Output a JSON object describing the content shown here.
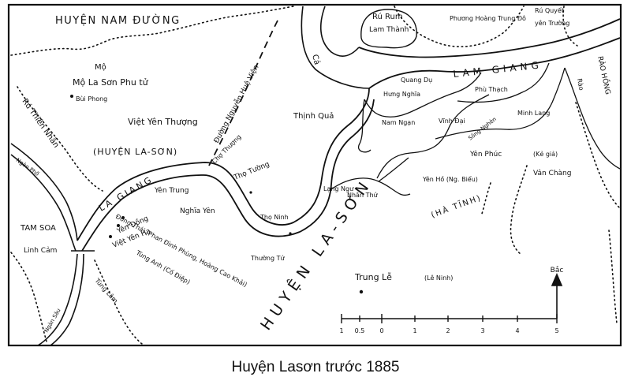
{
  "map": {
    "labels": {
      "huyen_nam_duong": "HUYỆN NAM ĐƯỜNG",
      "ru_rum": "Rú Rum",
      "lam_thanh": "Lam Thành",
      "phuong_hoang_trung_do": "Phương Hoàng Trung Đô",
      "ru_quyet": "Rú Quyết",
      "yen_truong": "yên Trường",
      "song_ca": "Cả",
      "mo_la_son_phu_tu": "Mộ La Sơn Phu tử",
      "bui_phong": "Bùi Phong",
      "duong_nguyen_hue_vien": "Đường Nguyễn Huệ Viện",
      "viet_yen_thuong": "Việt Yên Thượng",
      "ru_thien_nhan": "Rú Thiên Nhẫn",
      "huyen_la_son_paren": "(HUYỆN LA-SƠN)",
      "thinh_qua": "Thịnh Quả",
      "quang_du": "Quang Dụ",
      "hung_nghia": "Hưng Nghĩa",
      "phu_thach": "Phù Thạch",
      "lam_giang": "LAM GIANG",
      "nam_ngan": "Nam Ngạn",
      "vinh_dai": "Vĩnh Đại",
      "minh_lang": "Minh Lang",
      "song_nghen": "Sông Nghèn",
      "la_giang": "LA GIANG",
      "cho_thuong": "Chợ Thượng",
      "tho_tuong": "Thọ Tường",
      "yen_trung": "Yên Trung",
      "nghia_yen": "Nghĩa Yên",
      "tho_ninh": "Thọ Ninh",
      "dong_thai": "Đông Thái (Phan Đình Phùng, Hoàng Cao Khải)",
      "yen_dong": "Yên Đồng",
      "viet_yen_ha": "Việt Yên Hạ",
      "tung_anh": "Tùng Anh (Cố Điệp)",
      "tung_lam": "Tùng Lâm",
      "tam_soa": "TAM SOA",
      "linh_cam": "Linh Cảm",
      "ngan_pho": "Ngàn Phố",
      "ngan_sau": "Ngàn Sâu",
      "thuong_tu": "Thường Tứ",
      "lang_ngu": "Lạng Ngư",
      "nhan_thu": "Nhân Thứ",
      "yen_ho": "Yên Hồ (Ng. Biểu)",
      "yen_phuc": "Yên Phúc",
      "ke_gia": "(Kẻ giả)",
      "van_chang": "Vân Chàng",
      "huyen_la_son_big": "HUYỆN LA-SƠN",
      "ha_tinh": "(HÀ TĨNH)",
      "trung_le": "Trung Lễ",
      "le_ninh": "(Lê Ninh)",
      "bac": "Bắc",
      "song_rao": "Rào",
      "rao_ho": "RÀO HỒNG"
    },
    "scale_ticks": [
      "1",
      "0.5",
      "0",
      "1",
      "2",
      "3",
      "4",
      "5"
    ]
  },
  "caption": "Huyện Lasơn trước 1885"
}
